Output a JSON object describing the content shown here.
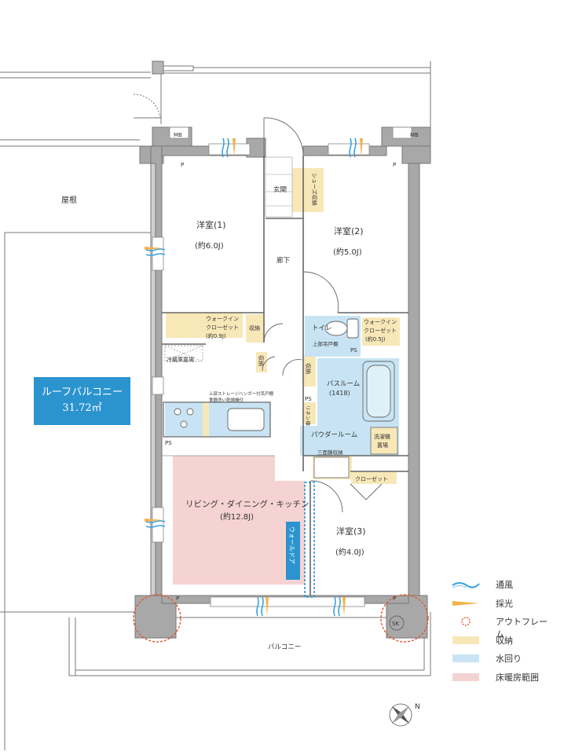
{
  "rooms": {
    "western1": {
      "name": "洋室(1)",
      "size": "(約6.0J)"
    },
    "western2": {
      "name": "洋室(2)",
      "size": "(約5.0J)"
    },
    "western3": {
      "name": "洋室(3)",
      "size": "(約4.0J)"
    },
    "ldk": {
      "name": "リビング・ダイニング・キッチン",
      "size": "(約12.8J)"
    },
    "entrance": "玄関",
    "hallway": "廊下",
    "toilet": "トイレ",
    "bath": {
      "name": "バスルーム",
      "size": "(1418)"
    },
    "powder": "パウダールーム",
    "roof": "屋根",
    "balcony": "バルコニー"
  },
  "storage": {
    "wic1": {
      "line1": "ウォークイン",
      "line2": "クローゼット",
      "size": "(約0.9J)"
    },
    "wic2": {
      "line1": "ウォークイン",
      "line2": "クローゼット",
      "size": "(約0.5J)"
    },
    "shoes": "シューズ収納",
    "shuno1": "収納",
    "shuno2": "収納",
    "shuno3": "収納",
    "linen": "リネン庫",
    "closet3": "クローゼット",
    "fridge": "冷蔵庫置場",
    "washer": {
      "line1": "洗濯機",
      "line2": "置場"
    },
    "mirror": "三面鏡収納",
    "upper": "上部吊戸棚"
  },
  "labels": {
    "mb": "MB",
    "p": "P",
    "ps": "PS",
    "sk": "SK",
    "walldoor": "ウォールドア",
    "kitchen_note1": "上部ストレージハンガー付吊戸棚",
    "kitchen_note2": "食器洗い乾燥機付"
  },
  "roof_balcony": {
    "name": "ルーフバルコニー",
    "area": "31.72㎡"
  },
  "legend": [
    {
      "label": "通風",
      "icon": "wind-icon",
      "color": "#3aa3dc"
    },
    {
      "label": "採光",
      "icon": "light-icon",
      "color": "#f2b24a"
    },
    {
      "label": "アウトフレーム",
      "icon": "outframe-icon",
      "color": "#e8552a"
    },
    {
      "label": "収納",
      "icon": "storage-swatch",
      "color": "#f8e8b8"
    },
    {
      "label": "水回り",
      "icon": "water-swatch",
      "color": "#c8e4f4"
    },
    {
      "label": "床暖房範囲",
      "icon": "floorheat-swatch",
      "color": "#f6d3d3"
    }
  ],
  "compass": "N",
  "colors": {
    "storage": "#f8e8b8",
    "water": "#c8e4f4",
    "floorheat": "#f6d3d3",
    "wall": "#a8a8a8",
    "accent": "#2b94cf",
    "outframe": "#e8552a"
  }
}
